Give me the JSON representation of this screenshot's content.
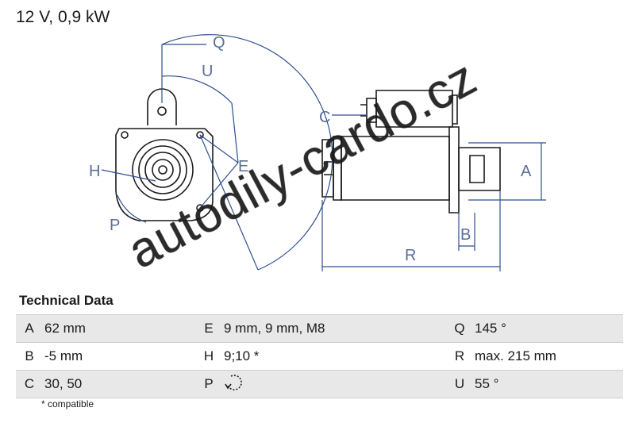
{
  "header": {
    "rating": "12 V, 0,9 kW"
  },
  "diagram_labels": {
    "Q": "Q",
    "U": "U",
    "E": "E",
    "H": "H",
    "P": "P",
    "C": "C",
    "A": "A",
    "B": "B",
    "R": "R"
  },
  "watermark": {
    "text": "autodily-cardo.cz"
  },
  "technical_data": {
    "title": "Technical Data",
    "rows": [
      [
        {
          "k": "A",
          "v": "62 mm"
        },
        {
          "k": "E",
          "v": "9 mm, 9 mm, M8"
        },
        {
          "k": "Q",
          "v": "145 °"
        }
      ],
      [
        {
          "k": "B",
          "v": "-5 mm"
        },
        {
          "k": "H",
          "v": "9;10 *"
        },
        {
          "k": "R",
          "v": "max. 215 mm"
        }
      ],
      [
        {
          "k": "C",
          "v": "30, 50"
        },
        {
          "k": "P",
          "v": "rotation-ccw-icon"
        },
        {
          "k": "U",
          "v": "55 °"
        }
      ]
    ],
    "footnote": "* compatible"
  },
  "colors": {
    "dimension_lines": "#2f4f8f",
    "outline": "#1a1a1a"
  }
}
